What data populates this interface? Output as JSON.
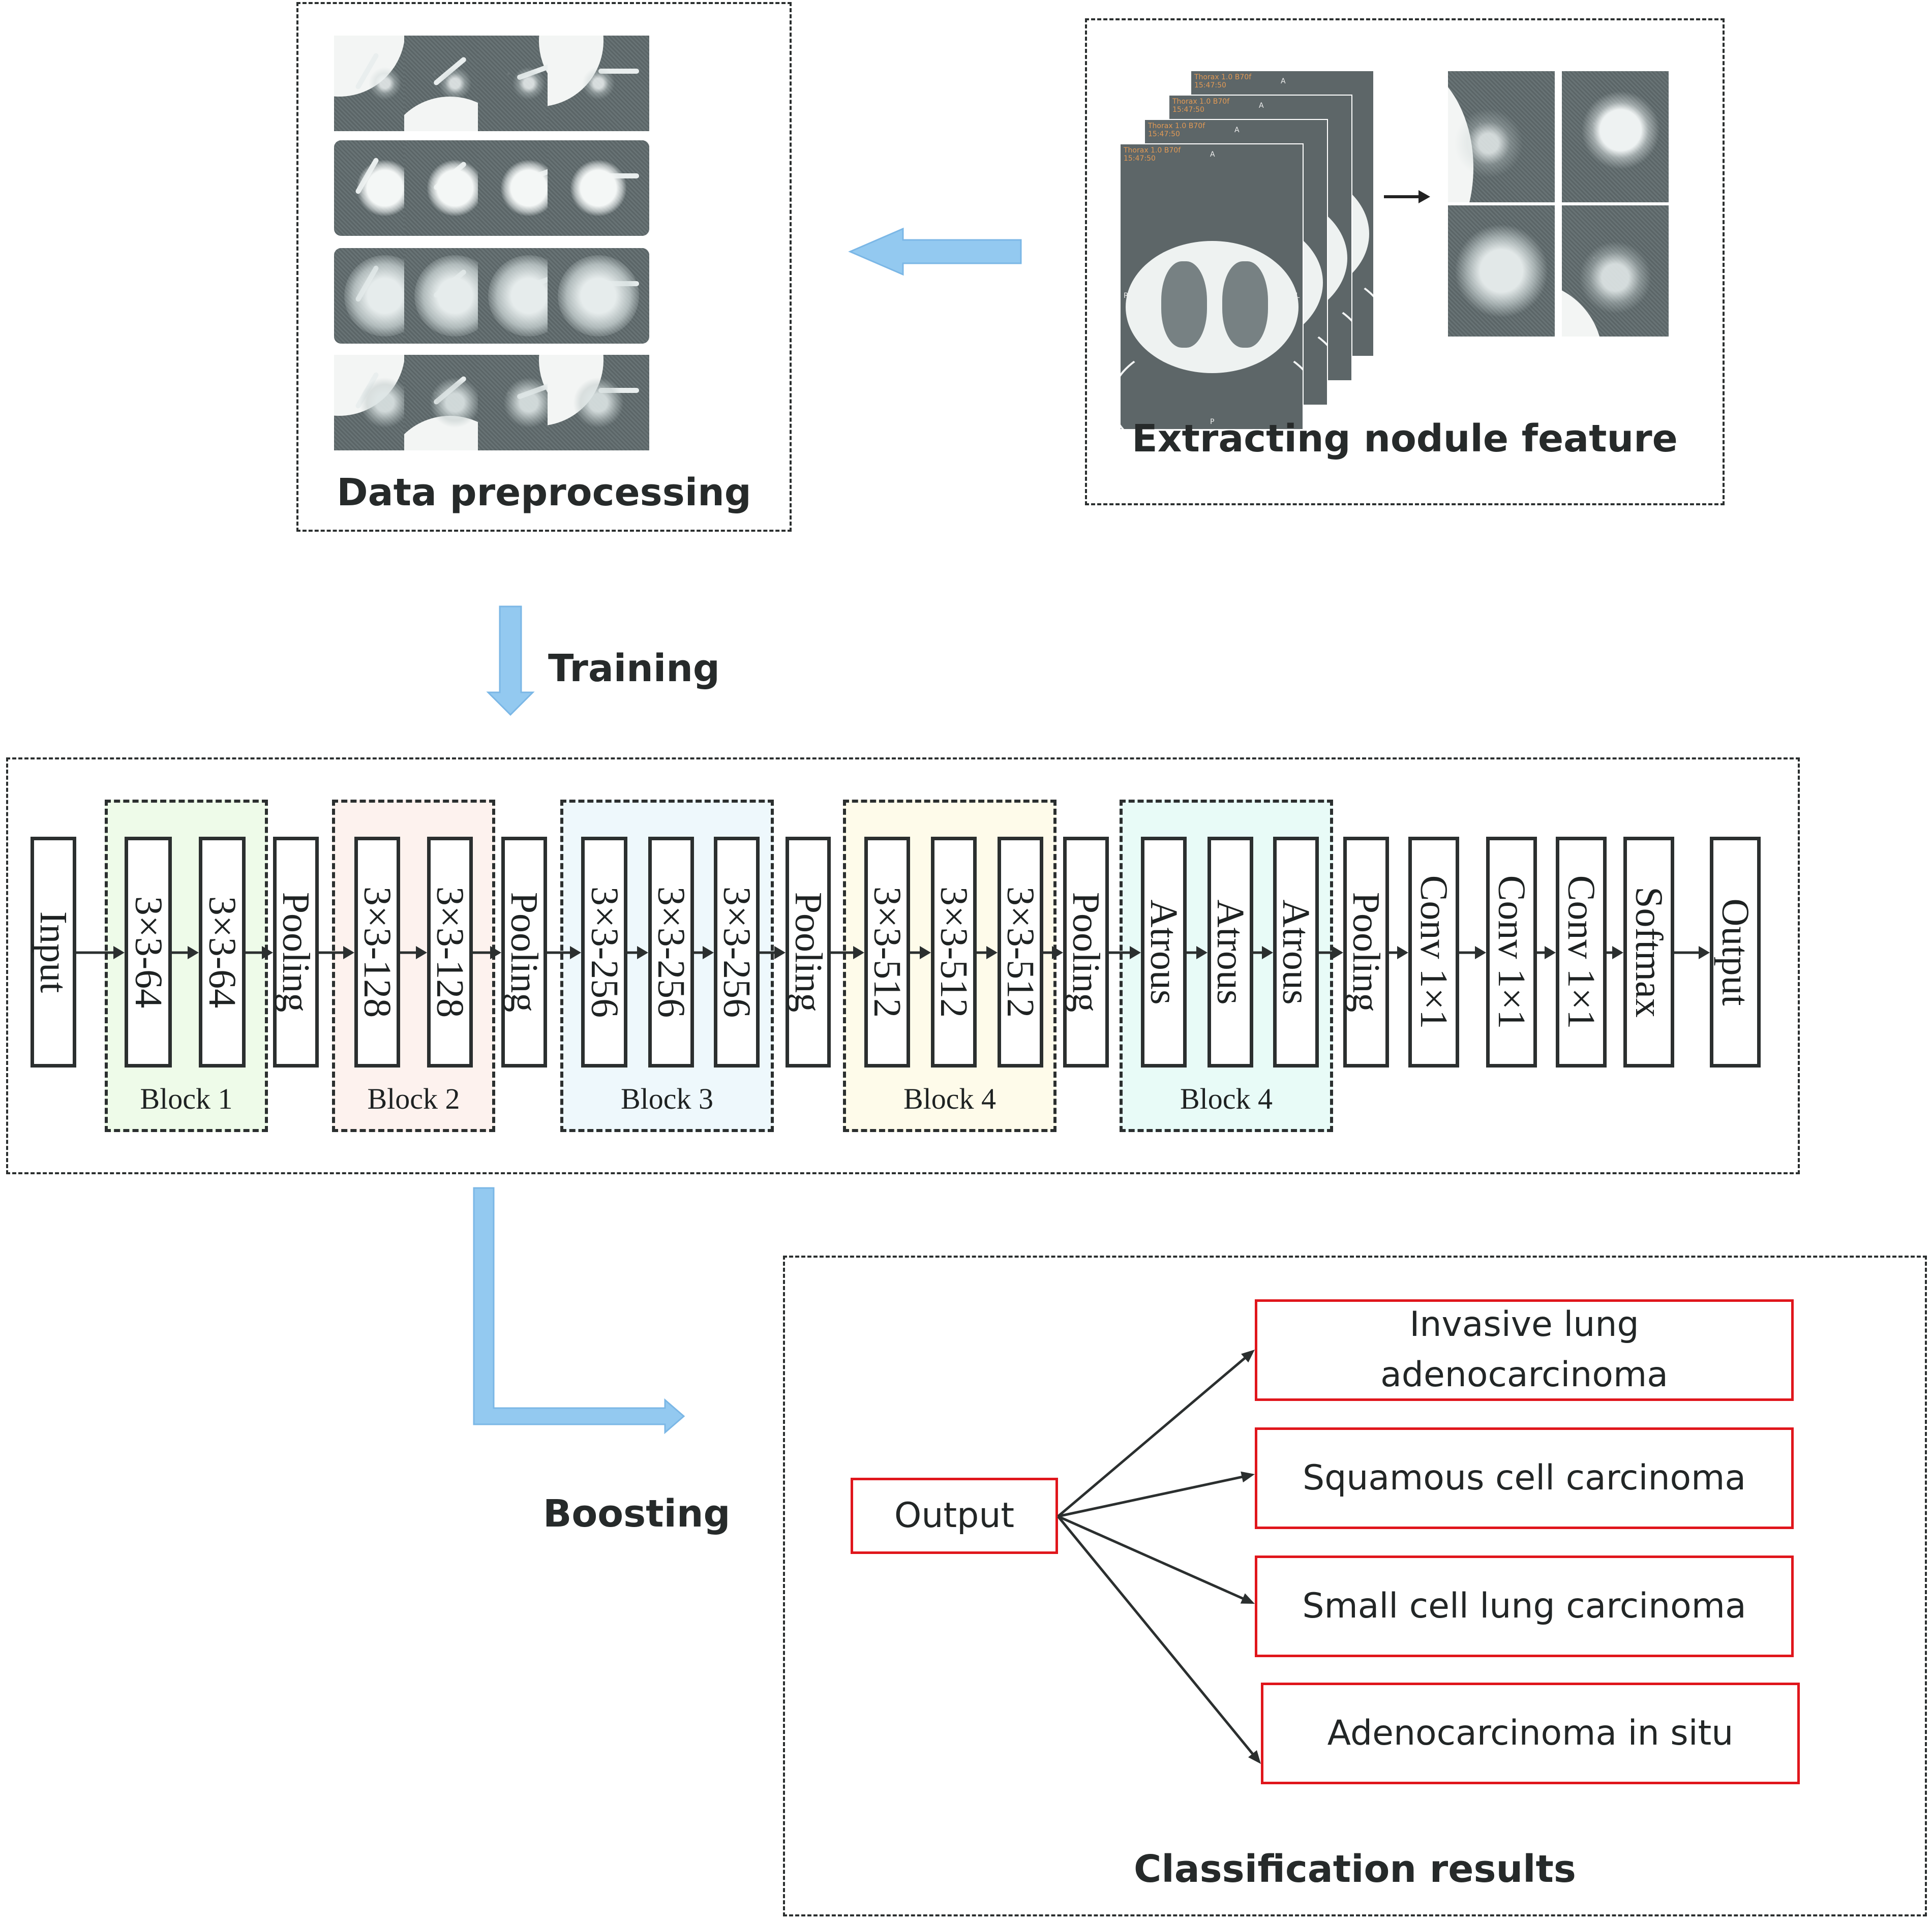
{
  "panels": {
    "data_preprocessing": {
      "title": "Data preprocessing",
      "tile_rows": [
        {
          "type": "ground-glass nodule",
          "count": 4
        },
        {
          "type": "solid spiculated nodule",
          "count": 4
        },
        {
          "type": "large mixed nodule",
          "count": 4
        },
        {
          "type": "part-solid nodule",
          "count": 4
        }
      ]
    },
    "extracting_feature": {
      "title": "Extracting nodule feature",
      "ct_slices": [
        {
          "series": "Thorax 1.0 B70f",
          "time": "15:47:50",
          "marker_anterior": "A"
        },
        {
          "series": "Thorax 1.0 B70f",
          "time": "15:47:50",
          "marker_anterior": "A"
        },
        {
          "series": "Thorax 1.0 B70f",
          "time": "15:47:50",
          "marker_anterior": "A"
        },
        {
          "series": "Thorax 1.0 B70f",
          "time": "15:47:50",
          "marker_anterior": "A"
        }
      ],
      "slice_markers": {
        "right": "R",
        "left": "L",
        "posterior": "P"
      },
      "crop_count": 4
    }
  },
  "flow_labels": {
    "training": "Training",
    "boosting": "Boosting"
  },
  "network": {
    "layers": [
      {
        "id": "input",
        "label": "Input"
      },
      {
        "id": "conv1_1",
        "label": "3×3-64"
      },
      {
        "id": "conv1_2",
        "label": "3×3-64"
      },
      {
        "id": "pool1",
        "label": "Pooling"
      },
      {
        "id": "conv2_1",
        "label": "3×3-128"
      },
      {
        "id": "conv2_2",
        "label": "3×3-128"
      },
      {
        "id": "pool2",
        "label": "Pooling"
      },
      {
        "id": "conv3_1",
        "label": "3×3-256"
      },
      {
        "id": "conv3_2",
        "label": "3×3-256"
      },
      {
        "id": "conv3_3",
        "label": "3×3-256"
      },
      {
        "id": "pool3",
        "label": "Pooling"
      },
      {
        "id": "conv4_1",
        "label": "3×3-512"
      },
      {
        "id": "conv4_2",
        "label": "3×3-512"
      },
      {
        "id": "conv4_3",
        "label": "3×3-512"
      },
      {
        "id": "pool4",
        "label": "Pooling"
      },
      {
        "id": "atrous1",
        "label": "Atrous"
      },
      {
        "id": "atrous2",
        "label": "Atrous"
      },
      {
        "id": "atrous3",
        "label": "Atrous"
      },
      {
        "id": "pool5",
        "label": "Pooling"
      },
      {
        "id": "conv1x1_1",
        "label": "Conv 1×1"
      },
      {
        "id": "conv1x1_2",
        "label": "Conv 1×1"
      },
      {
        "id": "conv1x1_3",
        "label": "Conv 1×1"
      },
      {
        "id": "softmax",
        "label": "Softmax"
      },
      {
        "id": "output",
        "label": "Output"
      }
    ],
    "groups": [
      {
        "label": "Block 1",
        "color": "#eefbe9"
      },
      {
        "label": "Block 2",
        "color": "#fdf2ee"
      },
      {
        "label": "Block 3",
        "color": "#eef8fc"
      },
      {
        "label": "Block 4",
        "color": "#fefbea"
      },
      {
        "label": "Block 4",
        "color": "#e8fbf7"
      }
    ]
  },
  "classification": {
    "title": "Classification results",
    "source_label": "Output",
    "results": [
      {
        "label": "Invasive lung adenocarcinoma",
        "lines": [
          "Invasive lung",
          "adenocarcinoma"
        ]
      },
      {
        "label": "Squamous cell carcinoma",
        "lines": [
          "Squamous cell carcinoma"
        ]
      },
      {
        "label": "Small cell lung carcinoma",
        "lines": [
          "Small cell lung carcinoma"
        ]
      },
      {
        "label": "Adenocarcinoma in situ",
        "lines": [
          "Adenocarcinoma in situ"
        ]
      }
    ]
  },
  "colors": {
    "flow_arrow": "#93c9f0",
    "flow_arrow_edge": "#7bb7e6",
    "result_border": "#e0161c",
    "line": "#2b2f2f"
  }
}
